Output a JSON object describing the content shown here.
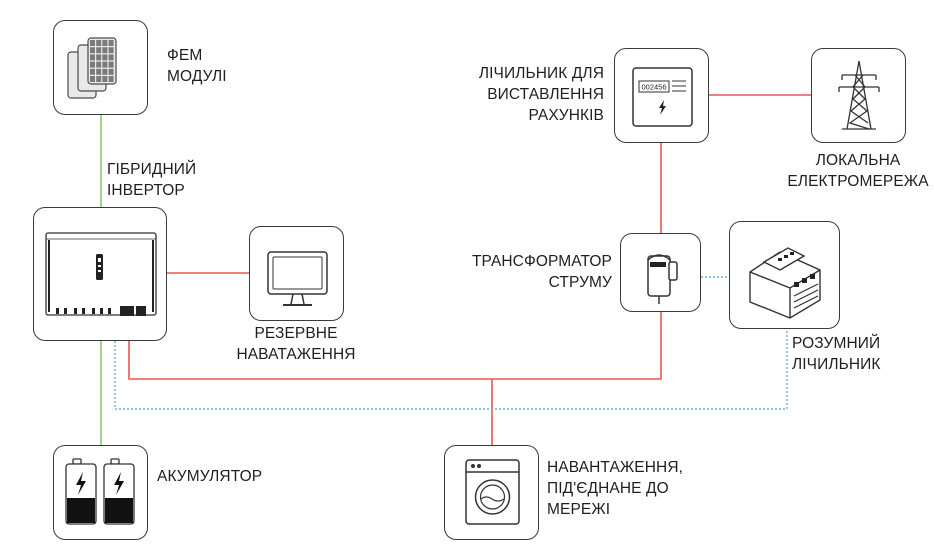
{
  "colors": {
    "ac_line": "#e8584f",
    "dc_line": "#8cc56f",
    "comm_line": "#6fb2dc",
    "box_border": "#3a3a3a",
    "text": "#1f1f1f"
  },
  "nodes": {
    "pv": {
      "icon": "solar-panel-icon",
      "label_lines": [
        "ФЕМ",
        "МОДУЛІ"
      ]
    },
    "inverter": {
      "icon": "hybrid-inverter-icon",
      "label_lines": [
        "ГІБРИДНИЙ",
        "ІНВЕРТОР"
      ]
    },
    "backup": {
      "icon": "monitor-icon",
      "label_lines": [
        "РЕЗЕРВНЕ",
        "НАВАТАЖЕННЯ"
      ]
    },
    "battery": {
      "icon": "battery-icon",
      "label_lines": [
        "АКУМУЛЯТОР"
      ]
    },
    "billing_meter": {
      "icon": "electricity-meter-icon",
      "reading": "002456",
      "label_lines": [
        "ЛІЧИЛЬНИК ДЛЯ",
        "ВИСТАВЛЕННЯ",
        "РАХУНКІВ"
      ]
    },
    "grid": {
      "icon": "power-tower-icon",
      "label_lines": [
        "ЛОКАЛЬНА",
        "ЕЛЕКТРОМЕРЕЖА"
      ]
    },
    "ct": {
      "icon": "current-transformer-icon",
      "label_lines": [
        "ТРАНСФОРМАТОР",
        "СТРУМУ"
      ]
    },
    "smart_meter": {
      "icon": "din-rail-meter-icon",
      "label_lines": [
        "РОЗУМНИЙ",
        "ЛІЧИЛЬНИК"
      ]
    },
    "grid_load": {
      "icon": "washing-machine-icon",
      "label_lines": [
        "НАВАНТАЖЕННЯ,",
        "ПІД'ЄДНАНЕ ДО",
        "МЕРЕЖІ"
      ]
    }
  }
}
